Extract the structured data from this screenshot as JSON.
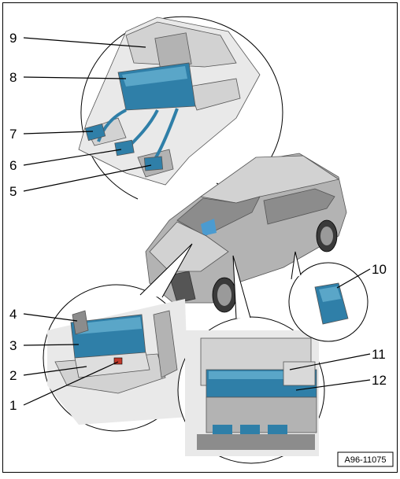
{
  "callouts": {
    "c1": "1",
    "c2": "2",
    "c3": "3",
    "c4": "4",
    "c5": "5",
    "c6": "6",
    "c7": "7",
    "c8": "8",
    "c9": "9",
    "c10": "10",
    "c11": "11",
    "c12": "12"
  },
  "reference_code": "A96-11075",
  "colors": {
    "component_blue": "#2f7fa8",
    "line": "#000000",
    "background": "#ffffff"
  }
}
